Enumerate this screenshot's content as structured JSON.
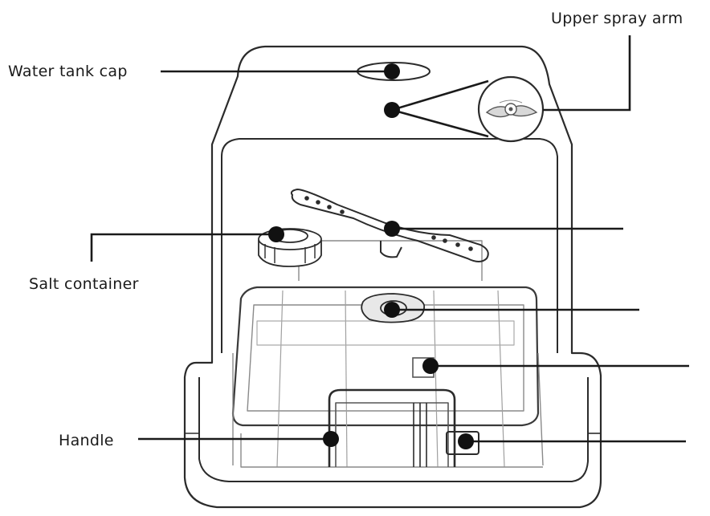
{
  "labels": {
    "upper_spray_arm": "Upper spray arm",
    "water_tank_cap": "Water tank cap",
    "salt_container": "Salt container",
    "handle": "Handle"
  },
  "colors": {
    "line": "#1a1a1a",
    "outline": "#2b2b2b",
    "light_outline": "#8a8a8a",
    "background": "#ffffff"
  }
}
